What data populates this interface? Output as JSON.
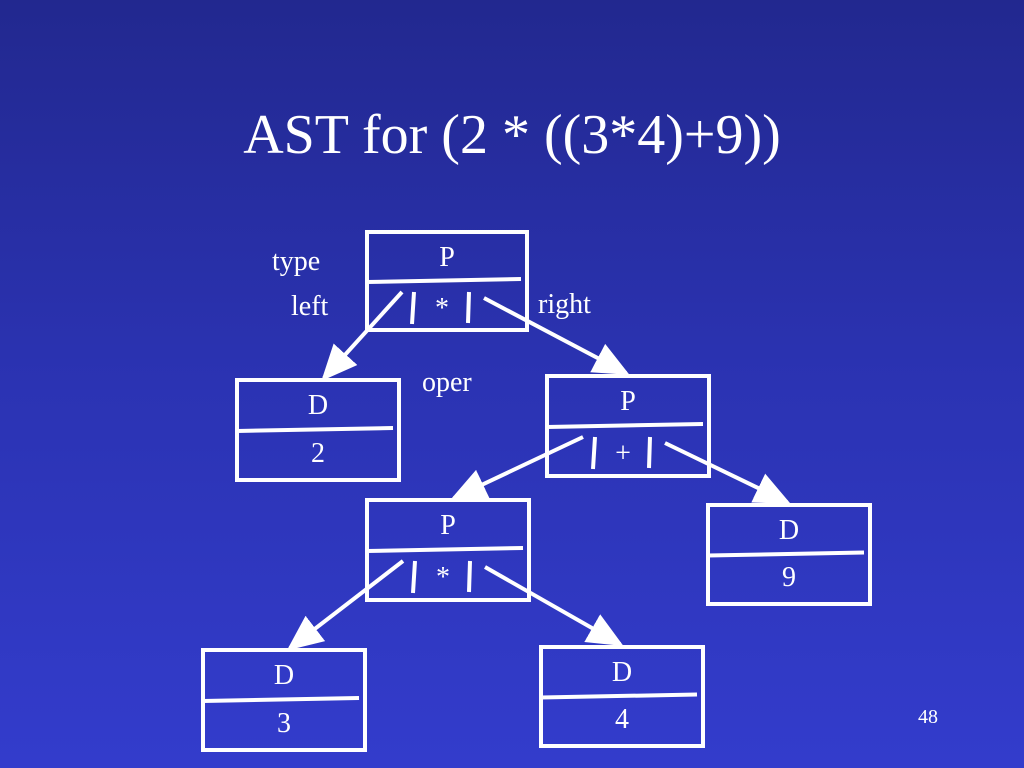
{
  "slide": {
    "title": "AST for (2 * ((3*4)+9))",
    "number": "48"
  },
  "labels": {
    "type": "type",
    "left": "left",
    "right": "right",
    "oper": "oper"
  },
  "nodes": [
    {
      "id": "root",
      "type": "P",
      "value": "*"
    },
    {
      "id": "d2",
      "type": "D",
      "value": "2"
    },
    {
      "id": "plus",
      "type": "P",
      "value": "+"
    },
    {
      "id": "mul",
      "type": "P",
      "value": "*"
    },
    {
      "id": "d9",
      "type": "D",
      "value": "9"
    },
    {
      "id": "d3",
      "type": "D",
      "value": "3"
    },
    {
      "id": "d4",
      "type": "D",
      "value": "4"
    }
  ],
  "edges": [
    {
      "from": "root",
      "to": "d2",
      "side": "left"
    },
    {
      "from": "root",
      "to": "plus",
      "side": "right"
    },
    {
      "from": "plus",
      "to": "mul",
      "side": "left"
    },
    {
      "from": "plus",
      "to": "d9",
      "side": "right"
    },
    {
      "from": "mul",
      "to": "d3",
      "side": "left"
    },
    {
      "from": "mul",
      "to": "d4",
      "side": "right"
    }
  ]
}
